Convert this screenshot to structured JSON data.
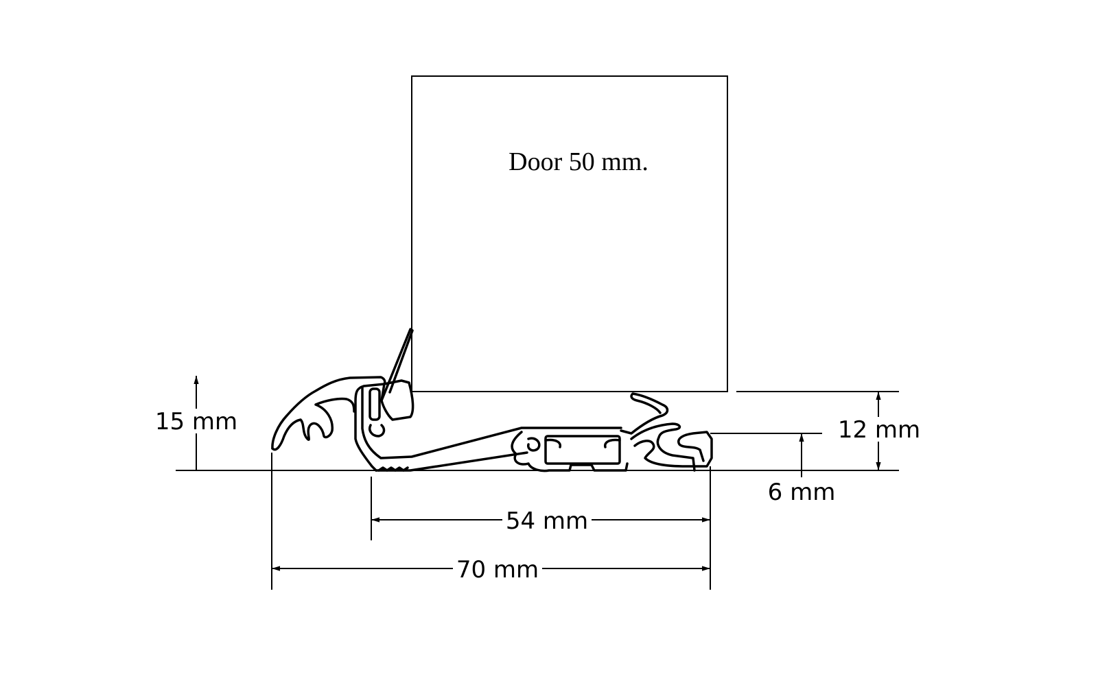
{
  "door_label": "Door 50 mm.",
  "dimensions": {
    "height_total": "15 mm",
    "height_door_gap": "12 mm",
    "height_step": "6 mm",
    "width_inner": "54 mm",
    "width_total": "70 mm"
  },
  "colors": {
    "line": "#000000",
    "background": "#ffffff"
  }
}
